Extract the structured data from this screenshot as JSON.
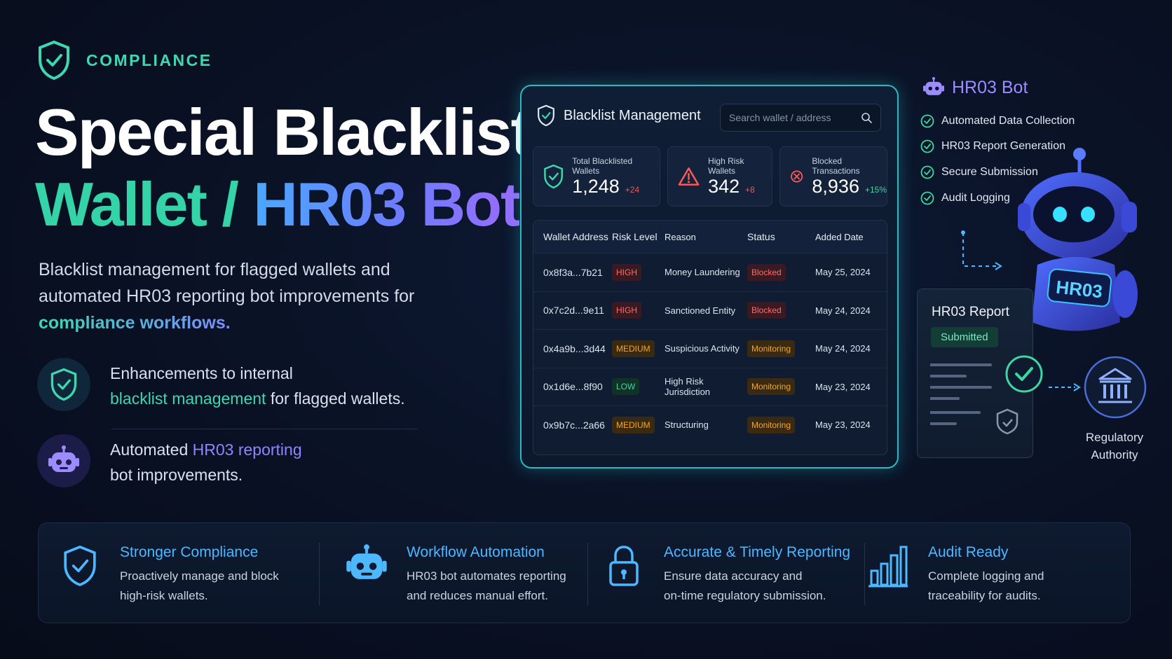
{
  "eyebrow": {
    "label": "COMPLIANCE",
    "icon": "shield-check-icon"
  },
  "hero": {
    "title_line1": "Special Blacklist",
    "title_line2_part1": "Wallet / ",
    "title_line2_part2": "HR03 Bot",
    "description_part1": "Blacklist management for flagged wallets and automated HR03 reporting bot improvements for ",
    "description_highlight": "compliance workflows."
  },
  "features": [
    {
      "icon": "shield-check-icon",
      "text_before": "Enhancements to internal",
      "highlight": "blacklist management",
      "text_after": " for flagged wallets."
    },
    {
      "icon": "robot-icon",
      "text_before": "Automated ",
      "highlight": "HR03 reporting",
      "text_after": "bot improvements."
    }
  ],
  "panel": {
    "title": "Blacklist Management",
    "search_placeholder": "Search wallet / address",
    "stats": [
      {
        "label": "Total Blacklisted Wallets",
        "value": "1,248",
        "delta": "+24",
        "icon": "shield-check-icon"
      },
      {
        "label": "High Risk Wallets",
        "value": "342",
        "delta": "+8",
        "icon": "warning-triangle-icon"
      },
      {
        "label": "Blocked Transactions",
        "value": "8,936",
        "delta": "+15%",
        "icon": "blocked-circle-icon"
      }
    ],
    "columns": [
      "Wallet Address",
      "Risk Level",
      "Reason",
      "Status",
      "Added Date"
    ],
    "rows": [
      {
        "address": "0x8f3a...7b21",
        "risk": "HIGH",
        "reason": "Money Laundering",
        "status": "Blocked",
        "date": "May 25, 2024"
      },
      {
        "address": "0x7c2d...9e11",
        "risk": "HIGH",
        "reason": "Sanctioned Entity",
        "status": "Blocked",
        "date": "May 24, 2024"
      },
      {
        "address": "0x4a9b...3d44",
        "risk": "MEDIUM",
        "reason": "Suspicious Activity",
        "status": "Monitoring",
        "date": "May 24, 2024"
      },
      {
        "address": "0x1d6e...8f90",
        "risk": "LOW",
        "reason": "High Risk Jurisdiction",
        "status": "Monitoring",
        "date": "May 23, 2024"
      },
      {
        "address": "0x9b7c...2a66",
        "risk": "MEDIUM",
        "reason": "Structuring",
        "status": "Monitoring",
        "date": "May 23, 2024"
      }
    ]
  },
  "bot": {
    "title": "HR03 Bot",
    "checklist": [
      "Automated Data Collection",
      "HR03 Report Generation",
      "Secure Submission",
      "Audit Logging"
    ],
    "robot_label": "HR03",
    "report_title": "HR03 Report",
    "report_status": "Submitted",
    "authority_line1": "Regulatory",
    "authority_line2": "Authority"
  },
  "benefits": [
    {
      "icon": "shield-check-icon",
      "title": "Stronger Compliance",
      "line1": "Proactively manage and block",
      "line2": "high-risk wallets."
    },
    {
      "icon": "robot-icon",
      "title": "Workflow Automation",
      "line1": "HR03 bot automates reporting",
      "line2": "and reduces manual effort."
    },
    {
      "icon": "lock-icon",
      "title": "Accurate & Timely Reporting",
      "line1": "Ensure data accuracy and",
      "line2": "on-time regulatory submission."
    },
    {
      "icon": "bar-chart-icon",
      "title": "Audit Ready",
      "line1": "Complete logging and",
      "line2": "traceability for audits."
    }
  ],
  "colors": {
    "teal": "#3dd8b0",
    "blue": "#4db8ff",
    "purple": "#9c8cff",
    "danger": "#ff6b6b",
    "warning": "#f5a623"
  }
}
